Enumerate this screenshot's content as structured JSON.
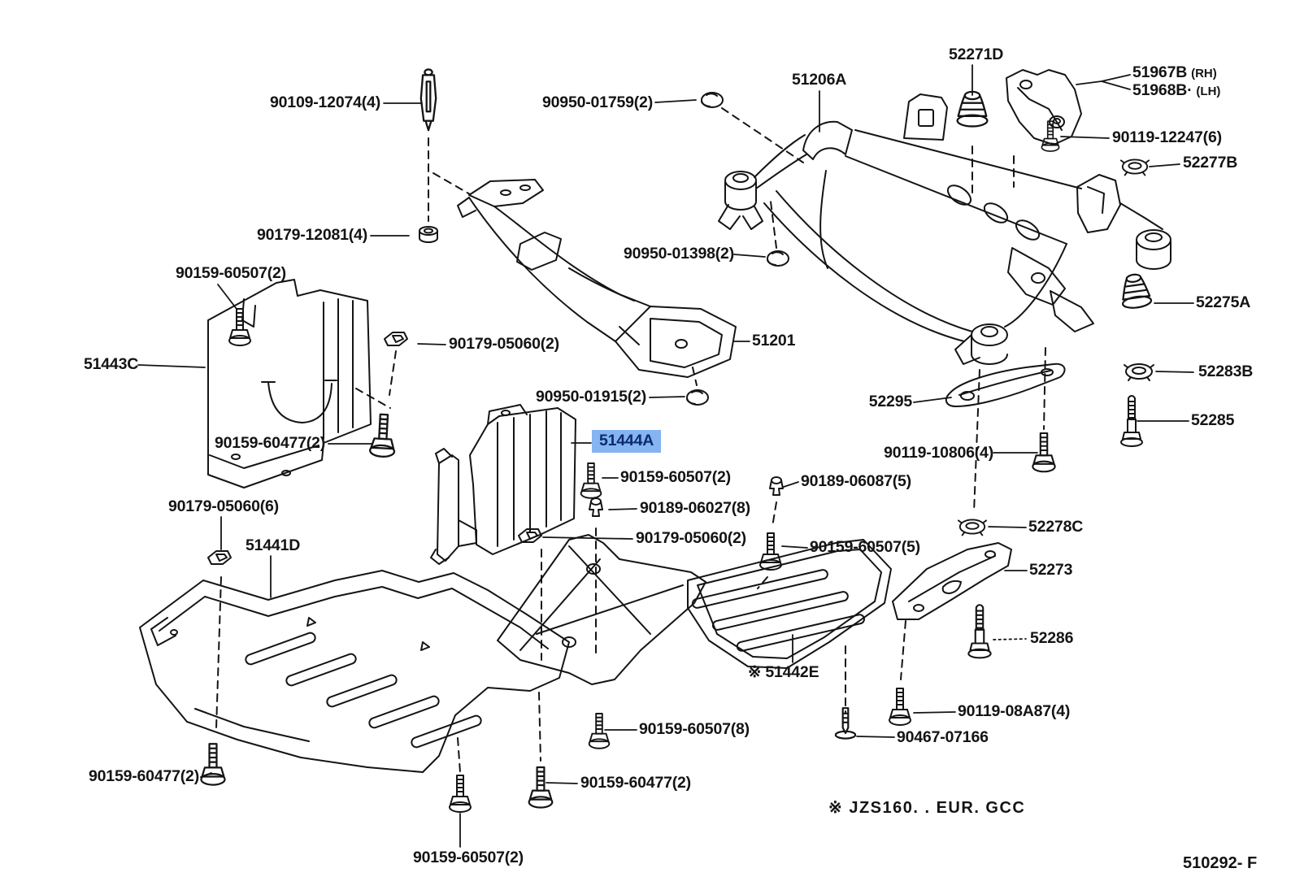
{
  "title": "Toyota suspension crossmember & under cover parts diagram",
  "highlight": {
    "bg": "#85b4f1",
    "fg": "#0d2a6e"
  },
  "footer": {
    "note": "※ JZS160. . EUR. GCC",
    "code": "510292- F"
  },
  "parts": [
    {
      "num": "90109-12074(4)"
    },
    {
      "num": "90179-12081(4)"
    },
    {
      "num": "90950-01759(2)"
    },
    {
      "num": "51206A"
    },
    {
      "num": "90950-01398(2)"
    },
    {
      "num": "52271D"
    },
    {
      "num": "51967B",
      "suffix": "(RH)"
    },
    {
      "num": "51968B·",
      "suffix": "(LH)"
    },
    {
      "num": "90119-12247(6)"
    },
    {
      "num": "52277B"
    },
    {
      "num": "90159-60507(2)"
    },
    {
      "num": "51443C"
    },
    {
      "num": "90179-05060(2)"
    },
    {
      "num": "90159-60477(2)"
    },
    {
      "num": "51201"
    },
    {
      "num": "90950-01915(2)"
    },
    {
      "num": "51444A",
      "highlighted": true
    },
    {
      "num": "90159-60507(2)"
    },
    {
      "num": "90189-06087(5)"
    },
    {
      "num": "90189-06027(8)"
    },
    {
      "num": "90179-05060(2)"
    },
    {
      "num": "90159-60507(5)"
    },
    {
      "num": "52278C"
    },
    {
      "num": "52273"
    },
    {
      "num": "52286"
    },
    {
      "num": "90119-10806(4)"
    },
    {
      "num": "52295"
    },
    {
      "num": "52275A"
    },
    {
      "num": "52283B"
    },
    {
      "num": "52285"
    },
    {
      "num": "90179-05060(6)"
    },
    {
      "num": "51441D"
    },
    {
      "num": "※ 51442E"
    },
    {
      "num": "90119-08A87(4)"
    },
    {
      "num": "90467-07166"
    },
    {
      "num": "90159-60477(2)"
    },
    {
      "num": "90159-60507(2)"
    },
    {
      "num": "90159-60477(2)"
    },
    {
      "num": "90159-60507(8)"
    }
  ]
}
